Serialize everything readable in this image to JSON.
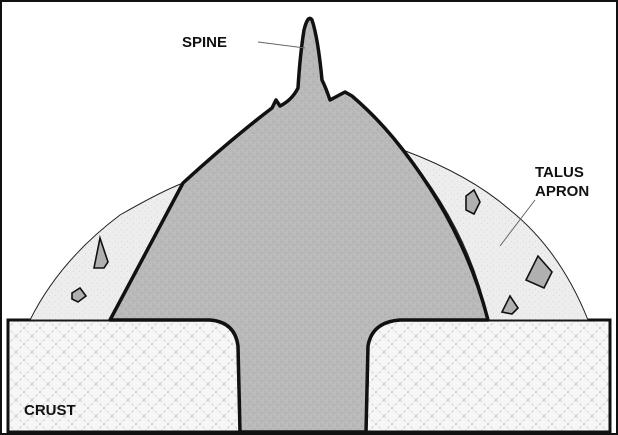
{
  "labels": {
    "spine": "SPINE",
    "talus_line1": "TALUS",
    "talus_line2": "APRON",
    "crust": "CRUST"
  },
  "colors": {
    "dome_fill": "#b8b8b8",
    "talus_fill": "#ececec",
    "crust_fill": "#f4f4f4",
    "outline": "#111111",
    "background": "#ffffff"
  }
}
